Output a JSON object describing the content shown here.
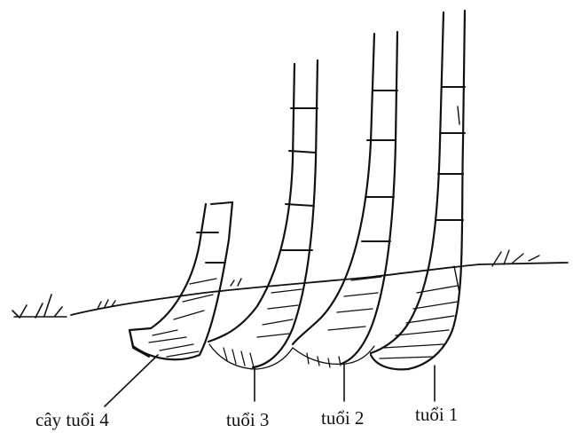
{
  "labels": {
    "age4": "cây tuổi 4",
    "age3": "tuổi 3",
    "age2": "tuổi 2",
    "age1": "tuổi 1"
  },
  "colors": {
    "ink": "#111111",
    "background": "#ffffff"
  }
}
